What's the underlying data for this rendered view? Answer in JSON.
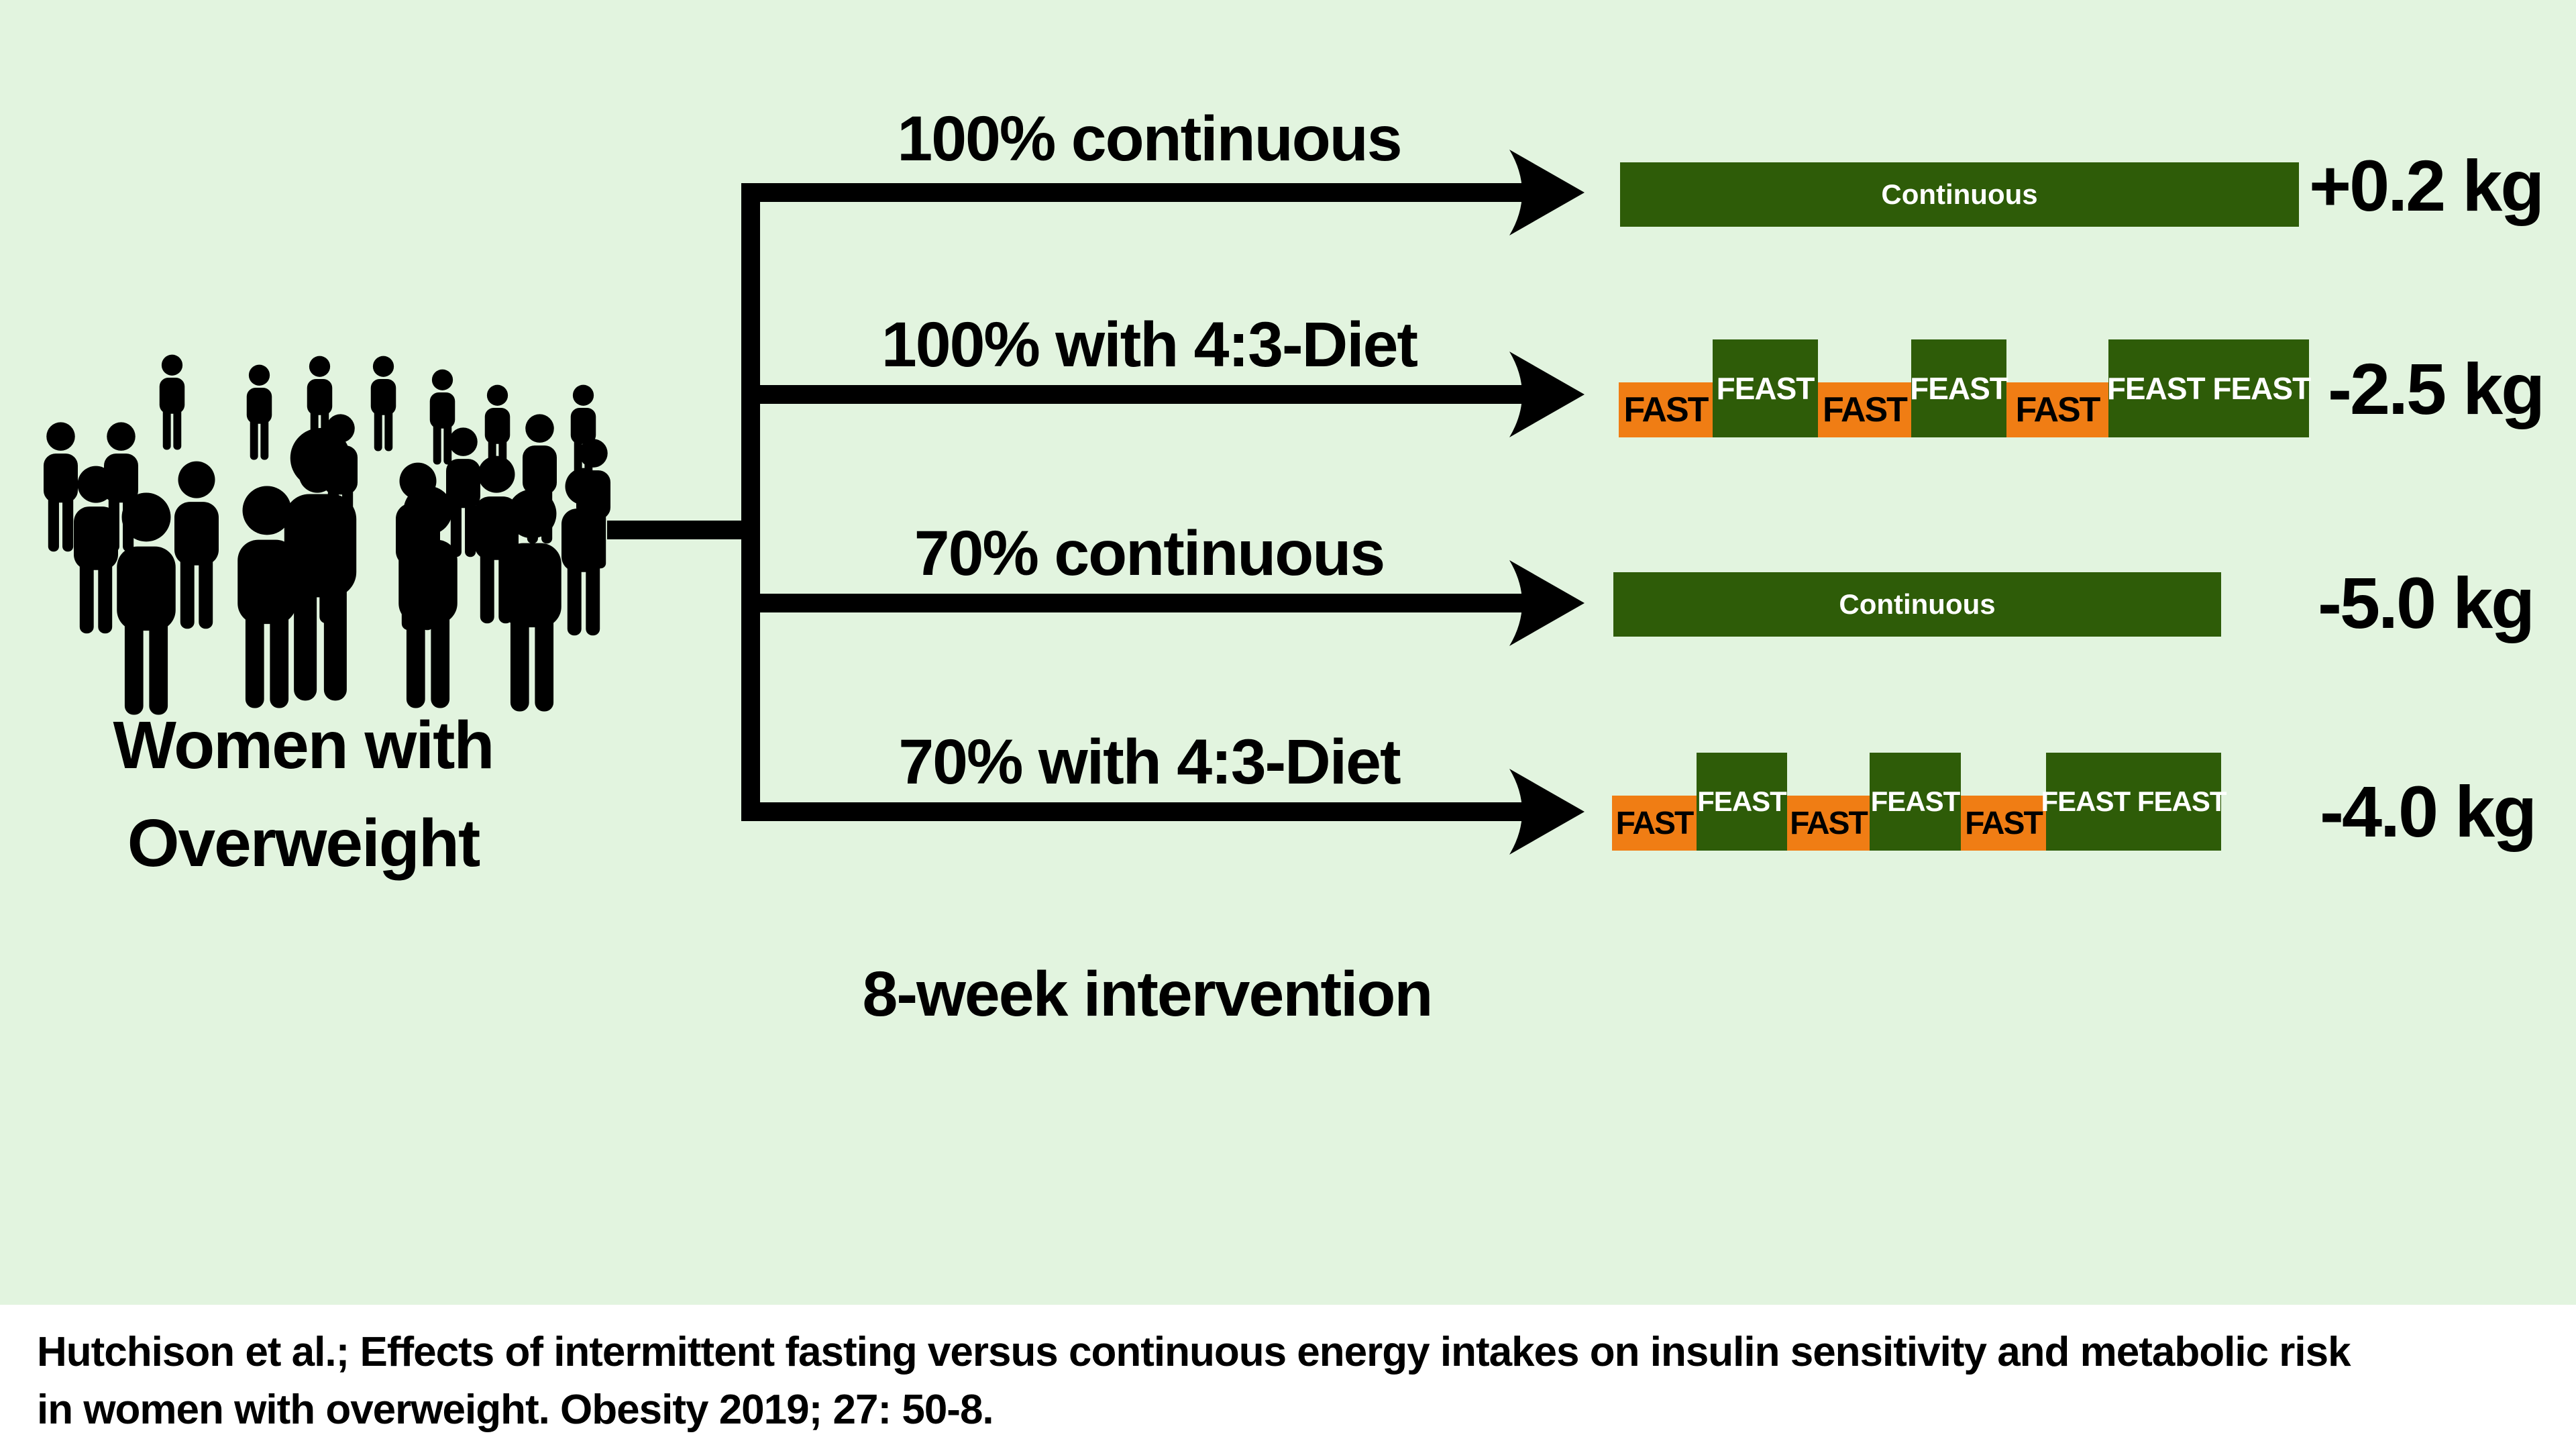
{
  "colors": {
    "background": "#e2f4df",
    "feast_green": "#2e5c08",
    "fast_orange": "#f07d14",
    "ink": "#000000",
    "footer_background": "#ffffff"
  },
  "population": {
    "icon": "crowd-icon",
    "label_lines": [
      "Women with",
      "Overweight"
    ]
  },
  "branches": [
    {
      "label": "100% continuous",
      "diet_type": "continuous",
      "bar_label": "Continuous",
      "result": "+0.2 kg"
    },
    {
      "label": "100% with 4:3-Diet",
      "diet_type": "fast-feast",
      "pattern": [
        "FAST",
        "FEAST",
        "FAST",
        "FEAST",
        "FAST",
        "FEAST FEAST"
      ],
      "result": "-2.5 kg"
    },
    {
      "label": "70% continuous",
      "diet_type": "continuous",
      "bar_label": "Continuous",
      "result": "-5.0 kg"
    },
    {
      "label": "70% with 4:3-Diet",
      "diet_type": "fast-feast",
      "pattern": [
        "FAST",
        "FEAST",
        "FAST",
        "FEAST",
        "FAST",
        "FEAST FEAST"
      ],
      "result": "-4.0 kg"
    }
  ],
  "caption": "8-week intervention",
  "footer": {
    "line1": "Hutchison et al.; Effects of intermittent fasting versus continuous energy intakes on insulin sensitivity and metabolic risk",
    "line2": "in women with overweight. Obesity 2019; 27: 50-8."
  }
}
